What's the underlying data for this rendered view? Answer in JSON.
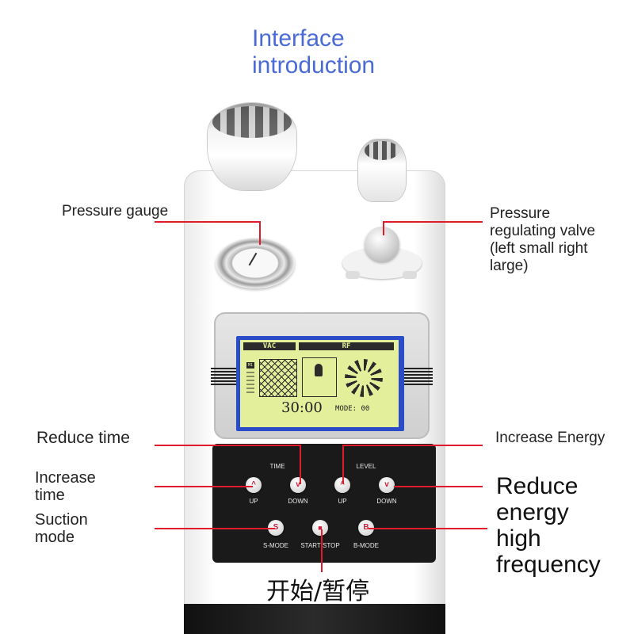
{
  "title": {
    "line1": "Interface",
    "line2": "introduction"
  },
  "annotations": {
    "pressure_gauge": "Pressure gauge",
    "pressure_valve": [
      "Pressure",
      "regulating valve",
      "(left small right",
      "large)"
    ],
    "reduce_time": "Reduce time",
    "increase_energy": "Increase Energy",
    "increase_time": [
      "Increase",
      "time"
    ],
    "reduce_energy": [
      "Reduce",
      "energy",
      "high",
      "frequency"
    ],
    "suction_mode": [
      "Suction",
      "mode"
    ],
    "start_stop_cn": "开始/暂停"
  },
  "lcd": {
    "vac_tab": "VAC",
    "rf_tab": "RF",
    "m_label": "M1",
    "timer": "30:00",
    "mode": "MODE: 00"
  },
  "panel": {
    "time_label": "TIME",
    "level_label": "LEVEL",
    "time_up": "UP",
    "time_down": "DOWN",
    "level_up": "UP",
    "level_down": "DOWN",
    "s_btn": "S",
    "stop_btn": "■",
    "b_btn": "B",
    "s_mode": "S-MODE",
    "start_stop": "START/STOP",
    "b_mode": "B-MODE",
    "up_glyph": "^",
    "down_glyph": "v"
  },
  "colors": {
    "title": "#4a6bd6",
    "annotation_line": "#e21b2b",
    "lcd_background": "#e3ef9b",
    "lcd_frame": "#2a4cc9"
  }
}
